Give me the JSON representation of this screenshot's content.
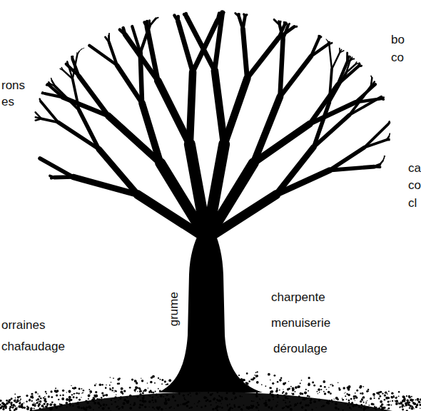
{
  "diagram": {
    "labels": [
      "rons",
      "es",
      "bo",
      "co",
      "ca",
      "co",
      "cl",
      "orraines",
      "chafaudage",
      "grume",
      "charpente",
      "menuiserie",
      "déroulage"
    ]
  }
}
